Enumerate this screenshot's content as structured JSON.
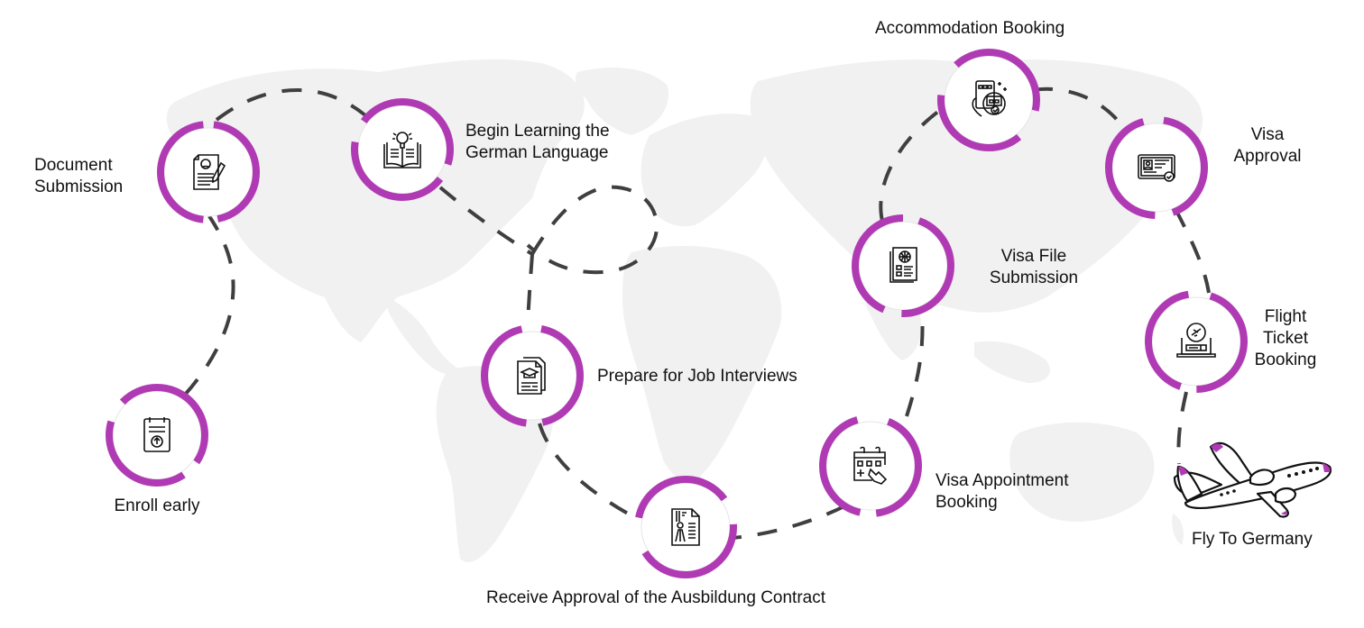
{
  "colors": {
    "accent": "#b03ab3",
    "path": "#3f3f3f",
    "map": "#f1f1f1",
    "text": "#111111",
    "ring_inner": "#ffffff"
  },
  "steps": [
    {
      "id": "enroll",
      "label": "Enroll early",
      "icon": "notepad-upload-icon"
    },
    {
      "id": "document",
      "label": "Document Submission",
      "label_lines": [
        "Document",
        "Submission"
      ],
      "icon": "resume-pen-icon"
    },
    {
      "id": "german",
      "label": "Begin Learning the German Language",
      "label_lines": [
        "Begin Learning the",
        "German Language"
      ],
      "icon": "book-lightbulb-icon"
    },
    {
      "id": "interview",
      "label": "Prepare for Job Interviews",
      "icon": "graduation-documents-icon"
    },
    {
      "id": "contract",
      "label": "Receive Approval of the Ausbildung Contract",
      "icon": "contract-person-icon"
    },
    {
      "id": "appointment",
      "label": "Visa Appointment Booking",
      "label_lines": [
        "Visa Appointment",
        "Booking"
      ],
      "icon": "calendar-tap-icon"
    },
    {
      "id": "visa-file",
      "label": "Visa File Submission",
      "label_lines": [
        "Visa File",
        "Submission"
      ],
      "icon": "passport-icon"
    },
    {
      "id": "accommodation",
      "label": "Accommodation Booking",
      "icon": "hotel-booking-phone-icon"
    },
    {
      "id": "visa-approval",
      "label": "Visa Approval",
      "label_lines": [
        "Visa",
        "Approval"
      ],
      "icon": "id-card-check-icon"
    },
    {
      "id": "flight",
      "label": "Flight Ticket Booking",
      "label_lines": [
        "Flight",
        "Ticket",
        "Booking"
      ],
      "icon": "laptop-flight-icon"
    },
    {
      "id": "fly",
      "label": "Fly To Germany",
      "icon": "airplane-icon"
    }
  ]
}
